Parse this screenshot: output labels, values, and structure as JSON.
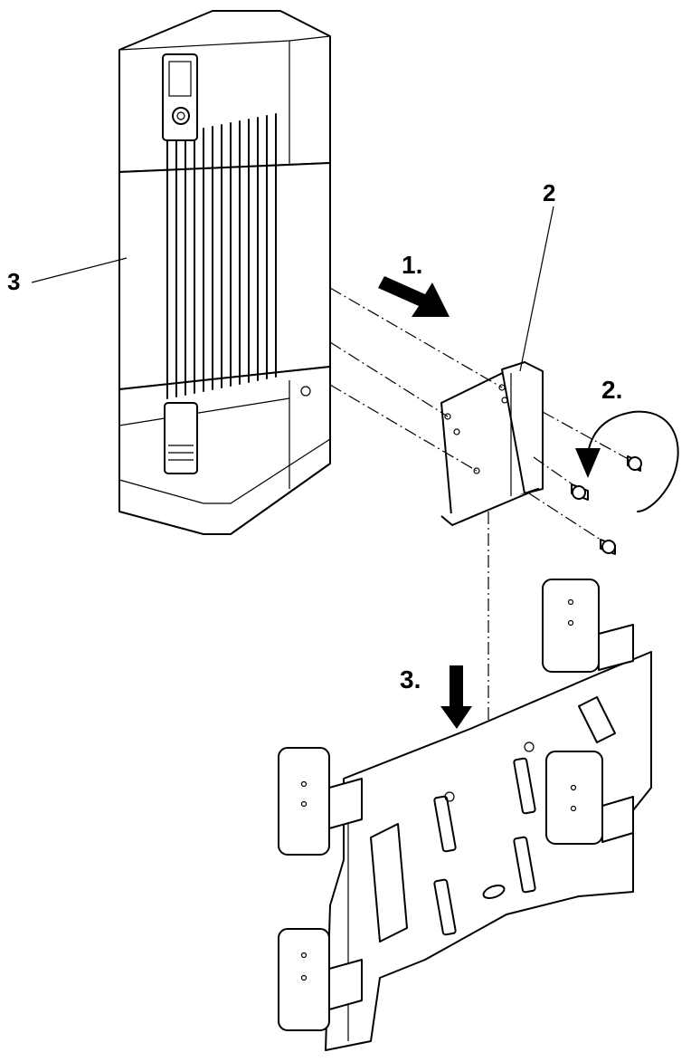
{
  "labels": {
    "part_unit": "3",
    "part_bracket": "2",
    "step_1": "1.",
    "step_2": "2.",
    "step_3": "3."
  },
  "colors": {
    "ink": "#000000",
    "paper": "#ffffff"
  },
  "icons": {
    "step_1_arrow": "arrow-right-down-icon",
    "step_2_arrow": "rotate-clockwise-icon",
    "step_3_arrow": "arrow-down-icon",
    "screw": "screw-icon"
  }
}
